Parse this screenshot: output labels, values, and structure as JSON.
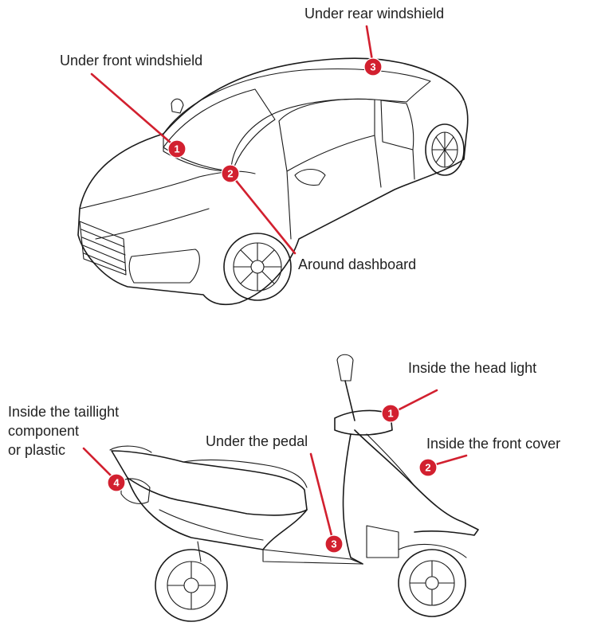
{
  "car": {
    "callouts": [
      {
        "number": "1",
        "label": "Under front windshield"
      },
      {
        "number": "2",
        "label": "Around dashboard"
      },
      {
        "number": "3",
        "label": "Under rear windshield"
      }
    ]
  },
  "scooter": {
    "callouts": [
      {
        "number": "1",
        "label": "Inside the head light"
      },
      {
        "number": "2",
        "label": "Inside the front cover"
      },
      {
        "number": "3",
        "label": "Under the pedal"
      },
      {
        "number": "4",
        "label_lines": [
          "Inside the taillight",
          "component",
          "or plastic"
        ]
      }
    ]
  },
  "colors": {
    "marker": "#d2202f",
    "outline": "#1a1a1a",
    "text": "#222222"
  }
}
